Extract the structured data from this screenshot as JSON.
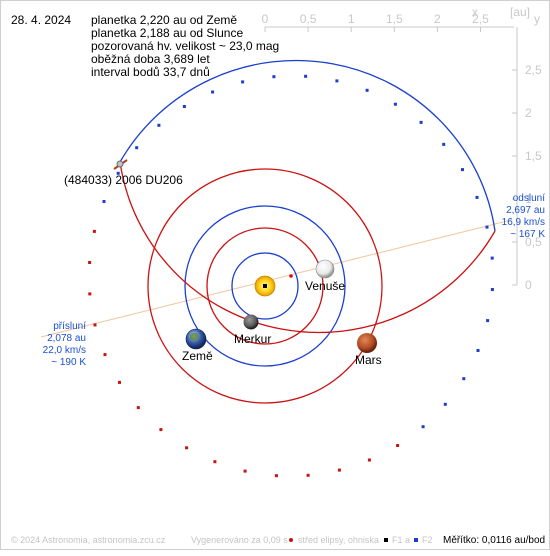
{
  "info": {
    "date": "28. 4. 2024",
    "lines": [
      "planetka 2,220 au od Země",
      "planetka 2,188 au od Slunce",
      "pozorovaná hv. velikost ~ 23,0 mag",
      "oběžná doba 3,689 let",
      "interval bodů 33,7 dnů"
    ]
  },
  "axes": {
    "unit_label": "[au]",
    "x_label": "x",
    "y_label": "y",
    "x_ticks": [
      "0",
      "0,5",
      "1",
      "1,5",
      "2",
      "2,5"
    ],
    "y_ticks": [
      "2,5",
      "2",
      "1,5",
      "1",
      "0,5",
      "0"
    ]
  },
  "asteroid": {
    "label": "(484033) 2006 DU206"
  },
  "bodies": {
    "sun": "",
    "mercury": "Merkur",
    "venus": "Venuše",
    "earth": "Země",
    "mars": "Mars"
  },
  "aphelion": {
    "title": "odsluní",
    "distance": "2,697 au",
    "speed": "16,9 km/s",
    "temp": "~ 167 K"
  },
  "perihelion": {
    "title": "přísluní",
    "distance": "2,078 au",
    "speed": "22,0 km/s",
    "temp": "~ 190 K"
  },
  "footer": {
    "copyright": "© 2024 Astronomia, astronomia.zcu.cz",
    "generated": "Vygenerováno za 0,09 s",
    "legend_center": "střed elipsy, ohniska",
    "legend_f1": "F1",
    "legend_a": "a",
    "legend_f2": "F2",
    "scale": "Měřítko: 0,0116 au/bod"
  },
  "colors": {
    "orbit_blue": "#1a3fd0",
    "orbit_red": "#cc1111",
    "apsis_line": "#f2c39a",
    "label_blue": "#1a4fd6",
    "axis_gray": "#c8c8c8"
  }
}
